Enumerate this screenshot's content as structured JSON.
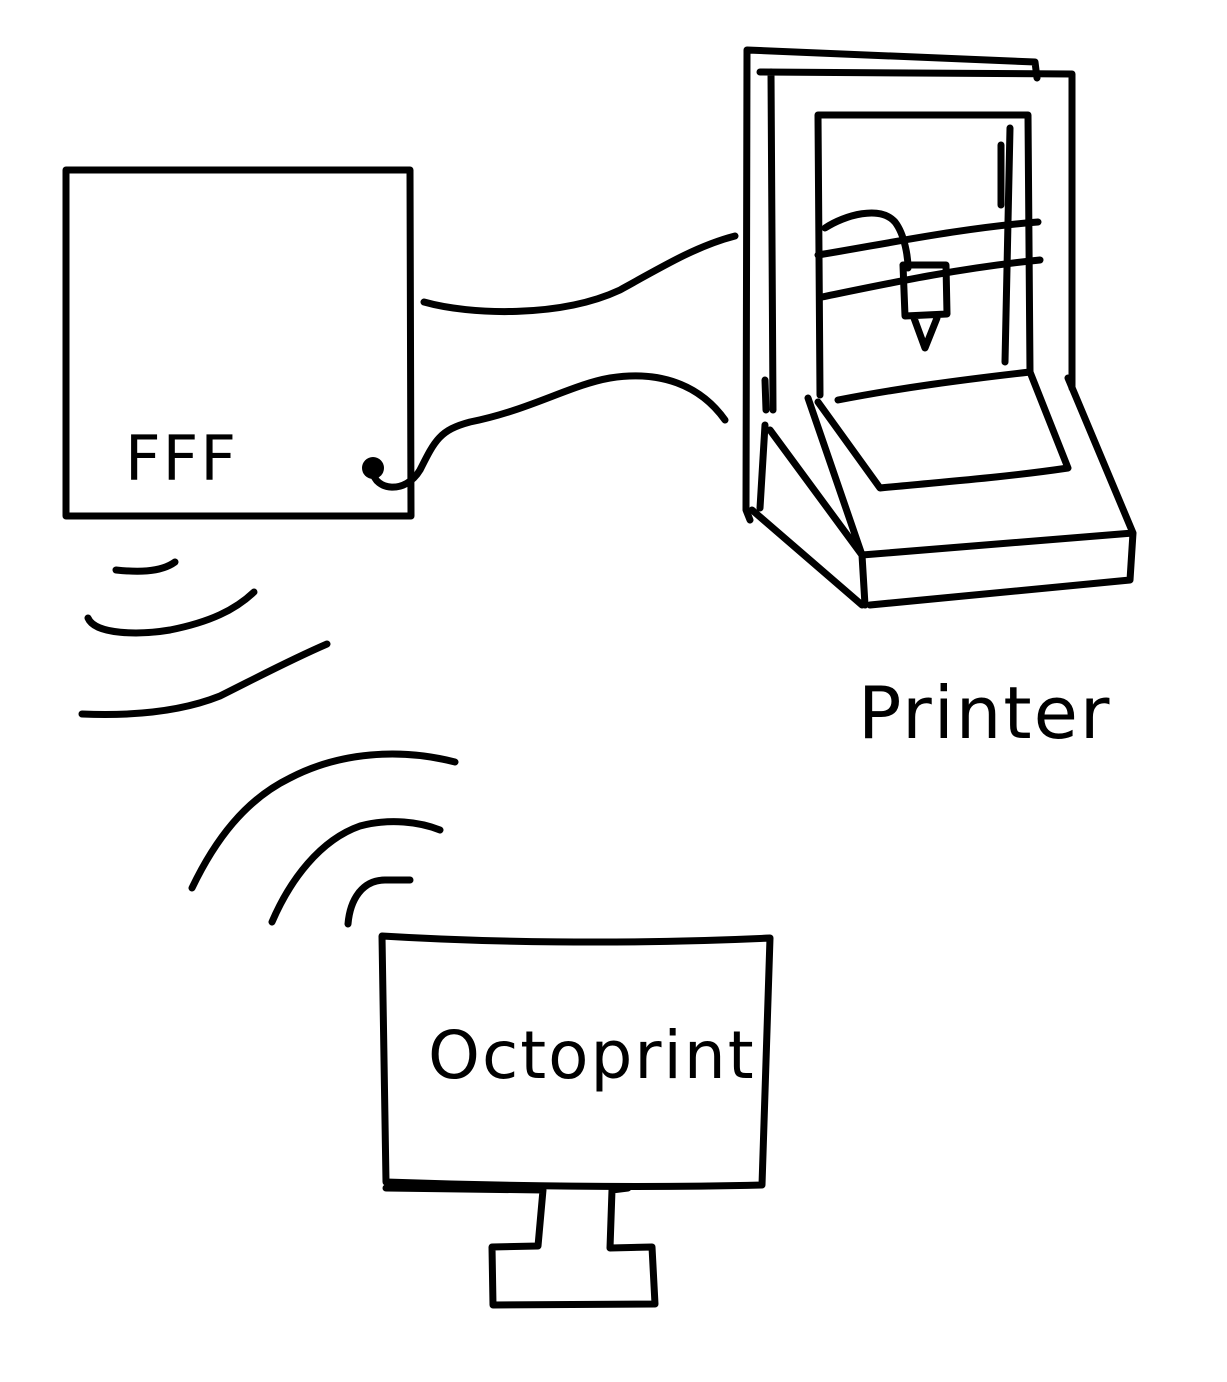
{
  "diagram": {
    "stroke_color": "#000000",
    "background_color": "#ffffff",
    "nodes": [
      {
        "id": "fff",
        "label": "FFF",
        "shape": "box"
      },
      {
        "id": "printer",
        "label": "Printer",
        "shape": "3d-printer-sketch"
      },
      {
        "id": "octoprint",
        "label": "Octoprint",
        "shape": "monitor"
      }
    ],
    "connections": [
      {
        "from": "fff",
        "to": "printer",
        "kind": "cable"
      },
      {
        "from": "fff",
        "to": "octoprint",
        "kind": "wireless"
      }
    ]
  }
}
